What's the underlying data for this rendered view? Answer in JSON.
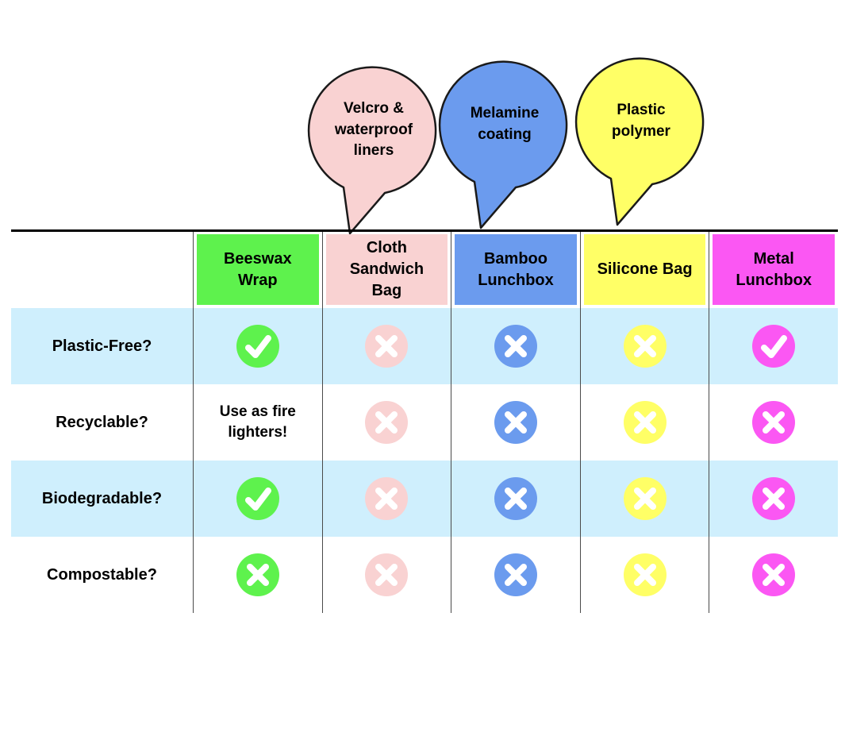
{
  "bubbles": [
    {
      "label": "Velcro & waterproof liners",
      "color": "#f9d2d2"
    },
    {
      "label": "Melamine coating",
      "color": "#6b9bee"
    },
    {
      "label": "Plastic polymer",
      "color": "#ffff66"
    }
  ],
  "table": {
    "columns": [
      {
        "label": "Beeswax Wrap",
        "color": "#5ef24d"
      },
      {
        "label": "Cloth Sandwich Bag",
        "color": "#f9d2d2"
      },
      {
        "label": "Bamboo Lunchbox",
        "color": "#6b9bee"
      },
      {
        "label": "Silicone Bag",
        "color": "#ffff66"
      },
      {
        "label": "Metal Lunchbox",
        "color": "#fb57f3"
      }
    ],
    "rows": [
      {
        "label": "Plastic-Free?",
        "cells": [
          {
            "type": "check"
          },
          {
            "type": "cross"
          },
          {
            "type": "cross"
          },
          {
            "type": "cross"
          },
          {
            "type": "check"
          }
        ]
      },
      {
        "label": "Recyclable?",
        "cells": [
          {
            "type": "text",
            "text": "Use as fire lighters!"
          },
          {
            "type": "cross"
          },
          {
            "type": "cross"
          },
          {
            "type": "cross"
          },
          {
            "type": "cross"
          }
        ]
      },
      {
        "label": "Biodegradable?",
        "cells": [
          {
            "type": "check"
          },
          {
            "type": "cross"
          },
          {
            "type": "cross"
          },
          {
            "type": "cross"
          },
          {
            "type": "cross"
          }
        ]
      },
      {
        "label": "Compostable?",
        "cells": [
          {
            "type": "cross"
          },
          {
            "type": "cross"
          },
          {
            "type": "cross"
          },
          {
            "type": "cross"
          },
          {
            "type": "cross"
          }
        ]
      }
    ]
  },
  "colors": {
    "row_stripe": "#cfeffd",
    "icon_glyph": "#ffffff",
    "border": "#000000"
  }
}
